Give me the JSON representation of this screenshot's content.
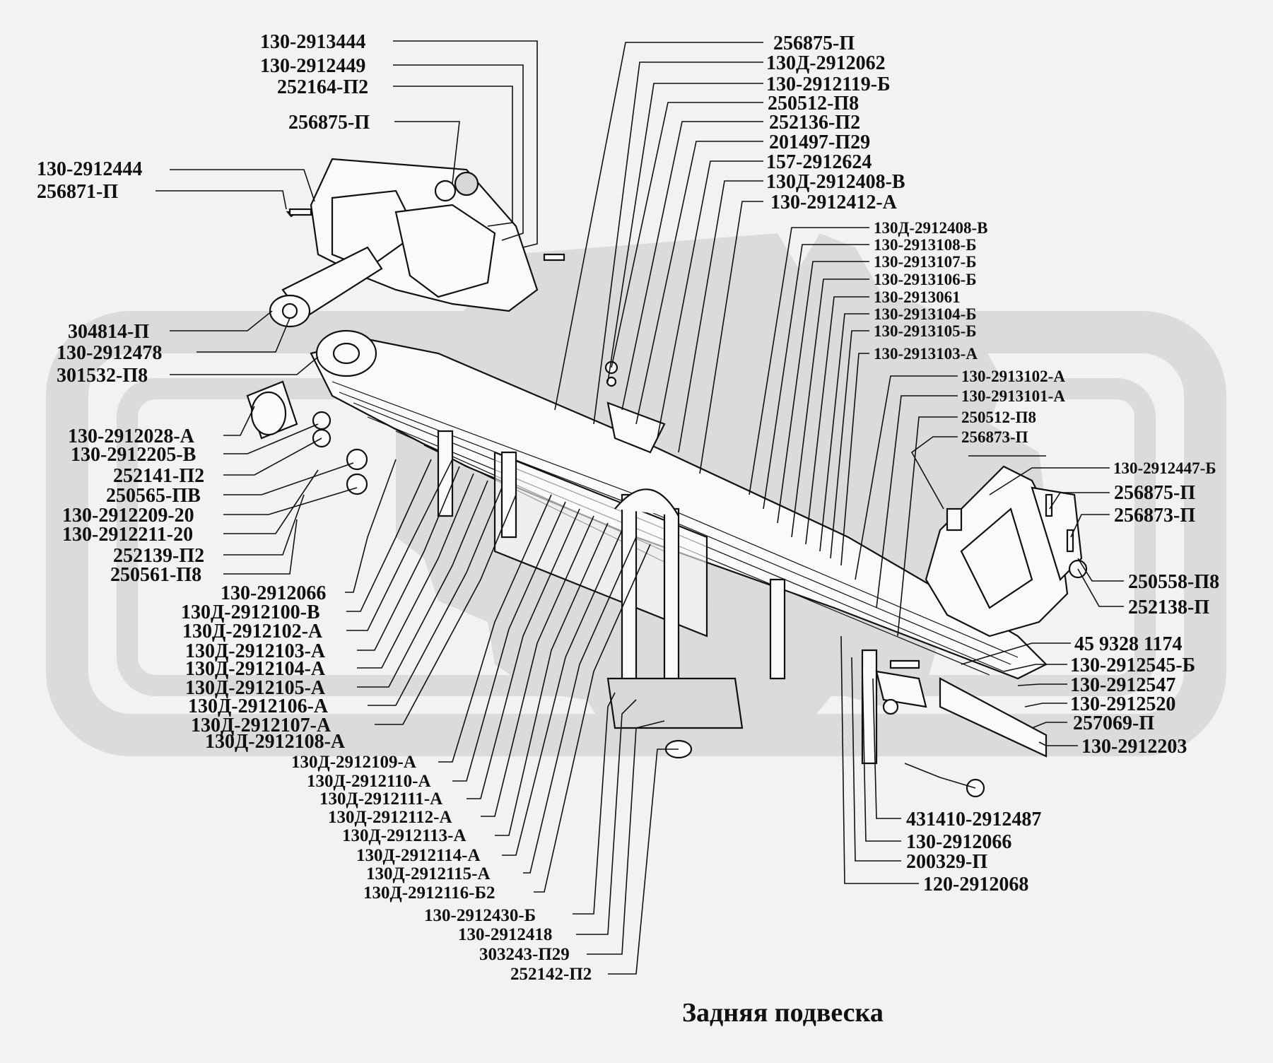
{
  "title": "Задняя подвеска",
  "labels": {
    "l01": "130-2913444",
    "l02": "130-2912449",
    "l03": "252164-П2",
    "l04": "256875-П",
    "l05": "130-2912444",
    "l06": "256871-П",
    "l07": "304814-П",
    "l08": "130-2912478",
    "l09": "301532-П8",
    "l10": "130-2912028-А",
    "l11": "130-2912205-В",
    "l12": "252141-П2",
    "l13": "250565-ПВ",
    "l14": "130-2912209-20",
    "l15": "130-2912211-20",
    "l16": "252139-П2",
    "l17": "250561-П8",
    "l18": "130-2912066",
    "l19": "130Д-2912100-В",
    "l20": "130Д-2912102-А",
    "l21": "130Д-2912103-А",
    "l22": "130Д-2912104-А",
    "l23": "130Д-2912105-А",
    "l24": "130Д-2912106-А",
    "l25": "130Д-2912107-А",
    "l26": "130Д-2912108-А",
    "l27": "130Д-2912109-А",
    "l28": "130Д-2912110-А",
    "l29": "130Д-2912111-А",
    "l30": "130Д-2912112-А",
    "l31": "130Д-2912113-А",
    "l32": "130Д-2912114-А",
    "l33": "130Д-2912115-А",
    "l34": "130Д-2912116-Б2",
    "l35": "130-2912430-Б",
    "l36": "130-2912418",
    "l37": "303243-П29",
    "l38": "252142-П2",
    "t01": "256875-П",
    "t02": "130Д-2912062",
    "t03": "130-2912119-Б",
    "t04": "250512-П8",
    "t05": "252136-П2",
    "t06": "201497-П29",
    "t07": "157-2912624",
    "t08": "130Д-2912408-В",
    "t09": "130-2912412-А",
    "r01": "130Д-2912408-В",
    "r02": "130-2913108-Б",
    "r03": "130-2913107-Б",
    "r04": "130-2913106-Б",
    "r05": "130-2913061",
    "r06": "130-2913104-Б",
    "r07": "130-2913105-Б",
    "r08": "130-2913103-А",
    "r09": "130-2913102-А",
    "r10": "130-2913101-А",
    "r11": "250512-П8",
    "r12": "256873-П",
    "r13": "130-2912447-Б",
    "r14": "256875-П",
    "r15": "256873-П",
    "r16": "250558-П8",
    "r17": "252138-П",
    "r18": "45 9328 1174",
    "r19": "130-2912545-Б",
    "r20": "130-2912547",
    "r21": "130-2912520",
    "r22": "257069-П",
    "r23": "130-2912203",
    "b01": "431410-2912487",
    "b02": "130-2912066",
    "b03": "200329-П",
    "b04": "120-2912068"
  }
}
